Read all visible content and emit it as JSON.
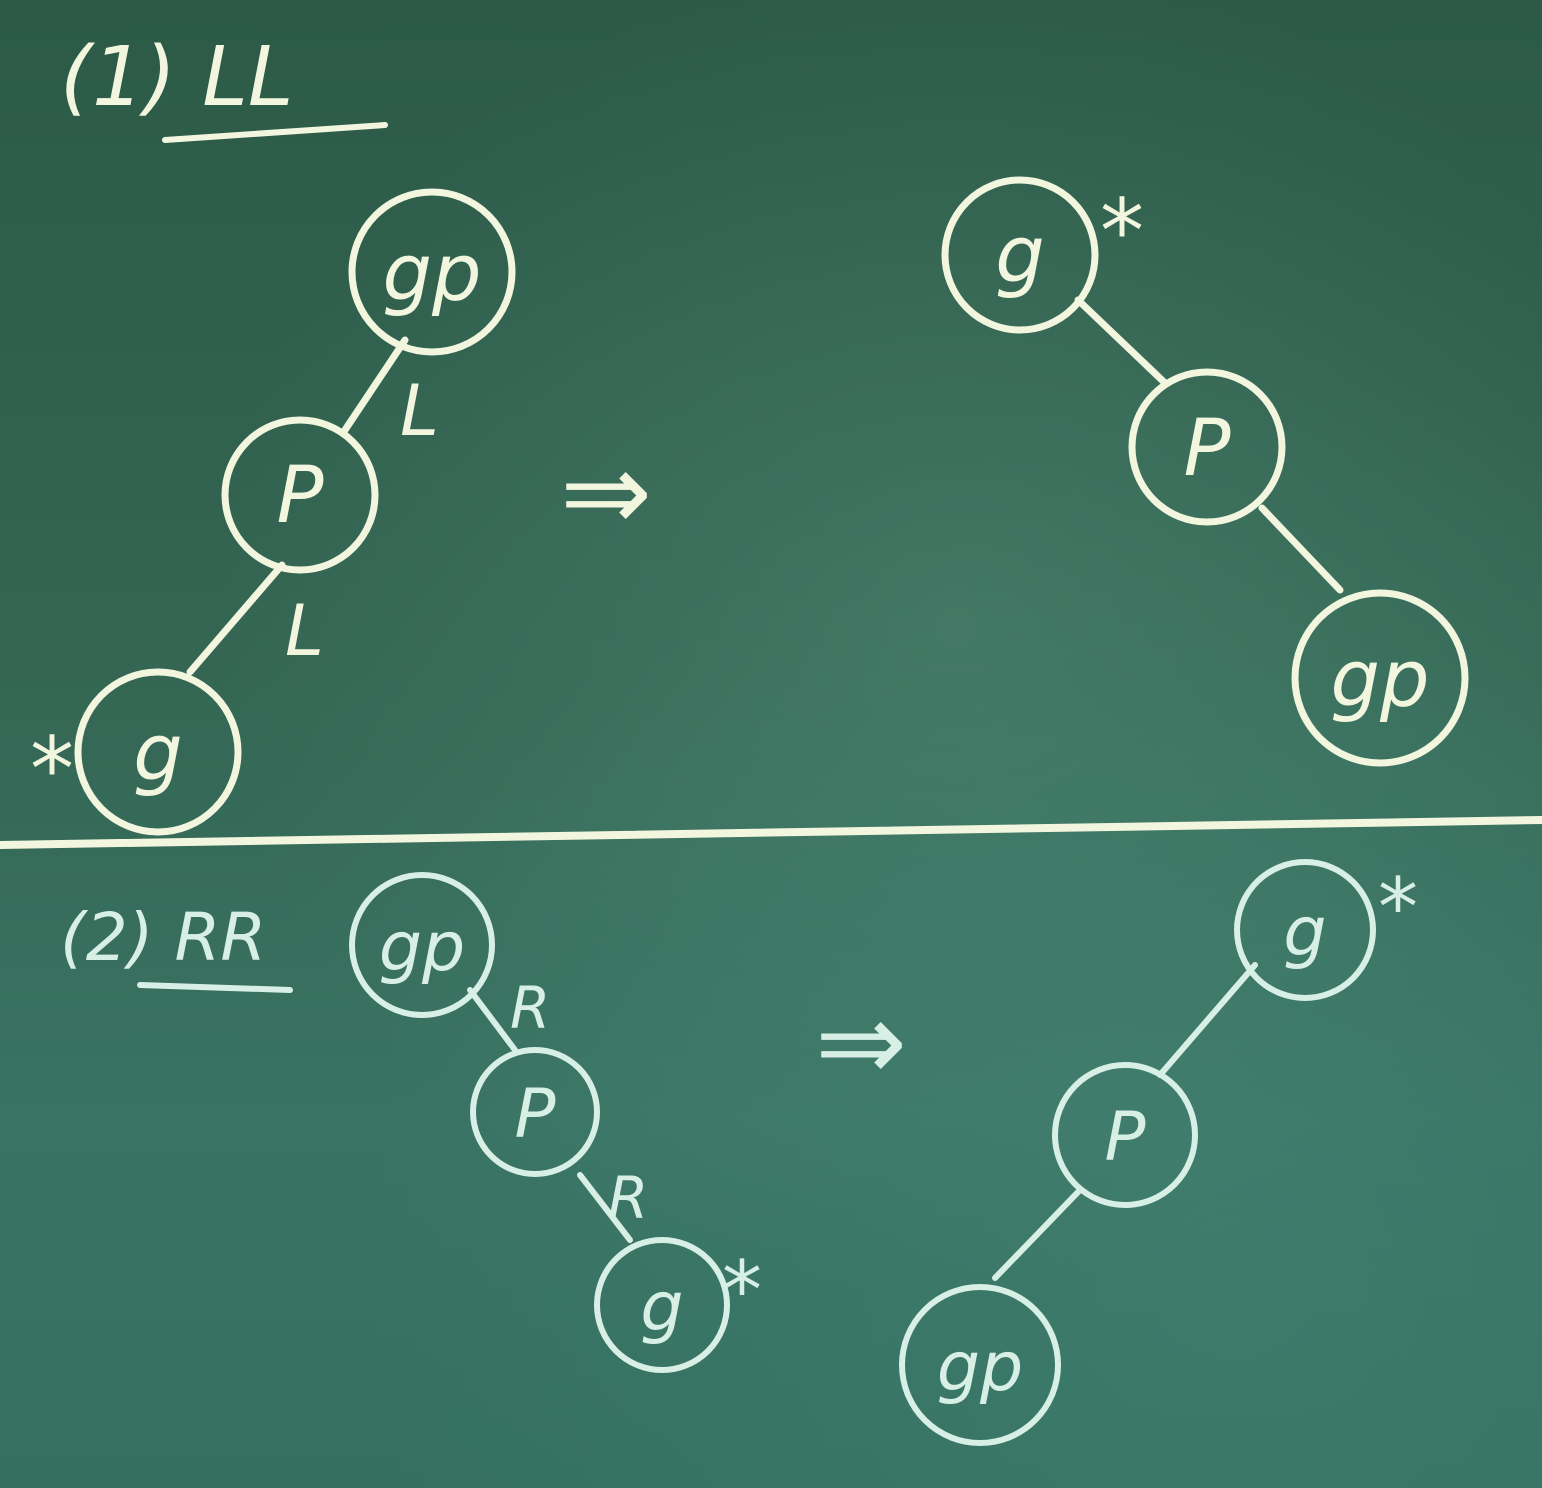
{
  "colors": {
    "board": "#2f5a48",
    "chalk_top": "#f3f6df",
    "chalk_bottom": "#d8efe6"
  },
  "sections": [
    {
      "id": "ll",
      "heading": "(1) LL",
      "arrow": "⇒",
      "before": {
        "nodes": [
          {
            "key": "gp",
            "label": "gp"
          },
          {
            "key": "p",
            "label": "P"
          },
          {
            "key": "g",
            "label": "g"
          }
        ],
        "edge_labels": [
          "L",
          "L"
        ],
        "star": "*"
      },
      "after": {
        "nodes": [
          {
            "key": "g",
            "label": "g"
          },
          {
            "key": "p",
            "label": "P"
          },
          {
            "key": "gp",
            "label": "gp"
          }
        ],
        "star": "*"
      }
    },
    {
      "id": "rr",
      "heading": "(2) RR",
      "arrow": "⇒",
      "before": {
        "nodes": [
          {
            "key": "gp",
            "label": "gp"
          },
          {
            "key": "p",
            "label": "P"
          },
          {
            "key": "g",
            "label": "g"
          }
        ],
        "edge_labels": [
          "R",
          "R"
        ],
        "star": "*"
      },
      "after": {
        "nodes": [
          {
            "key": "g",
            "label": "g"
          },
          {
            "key": "p",
            "label": "P"
          },
          {
            "key": "gp",
            "label": "gp"
          }
        ],
        "star": "*"
      }
    }
  ]
}
